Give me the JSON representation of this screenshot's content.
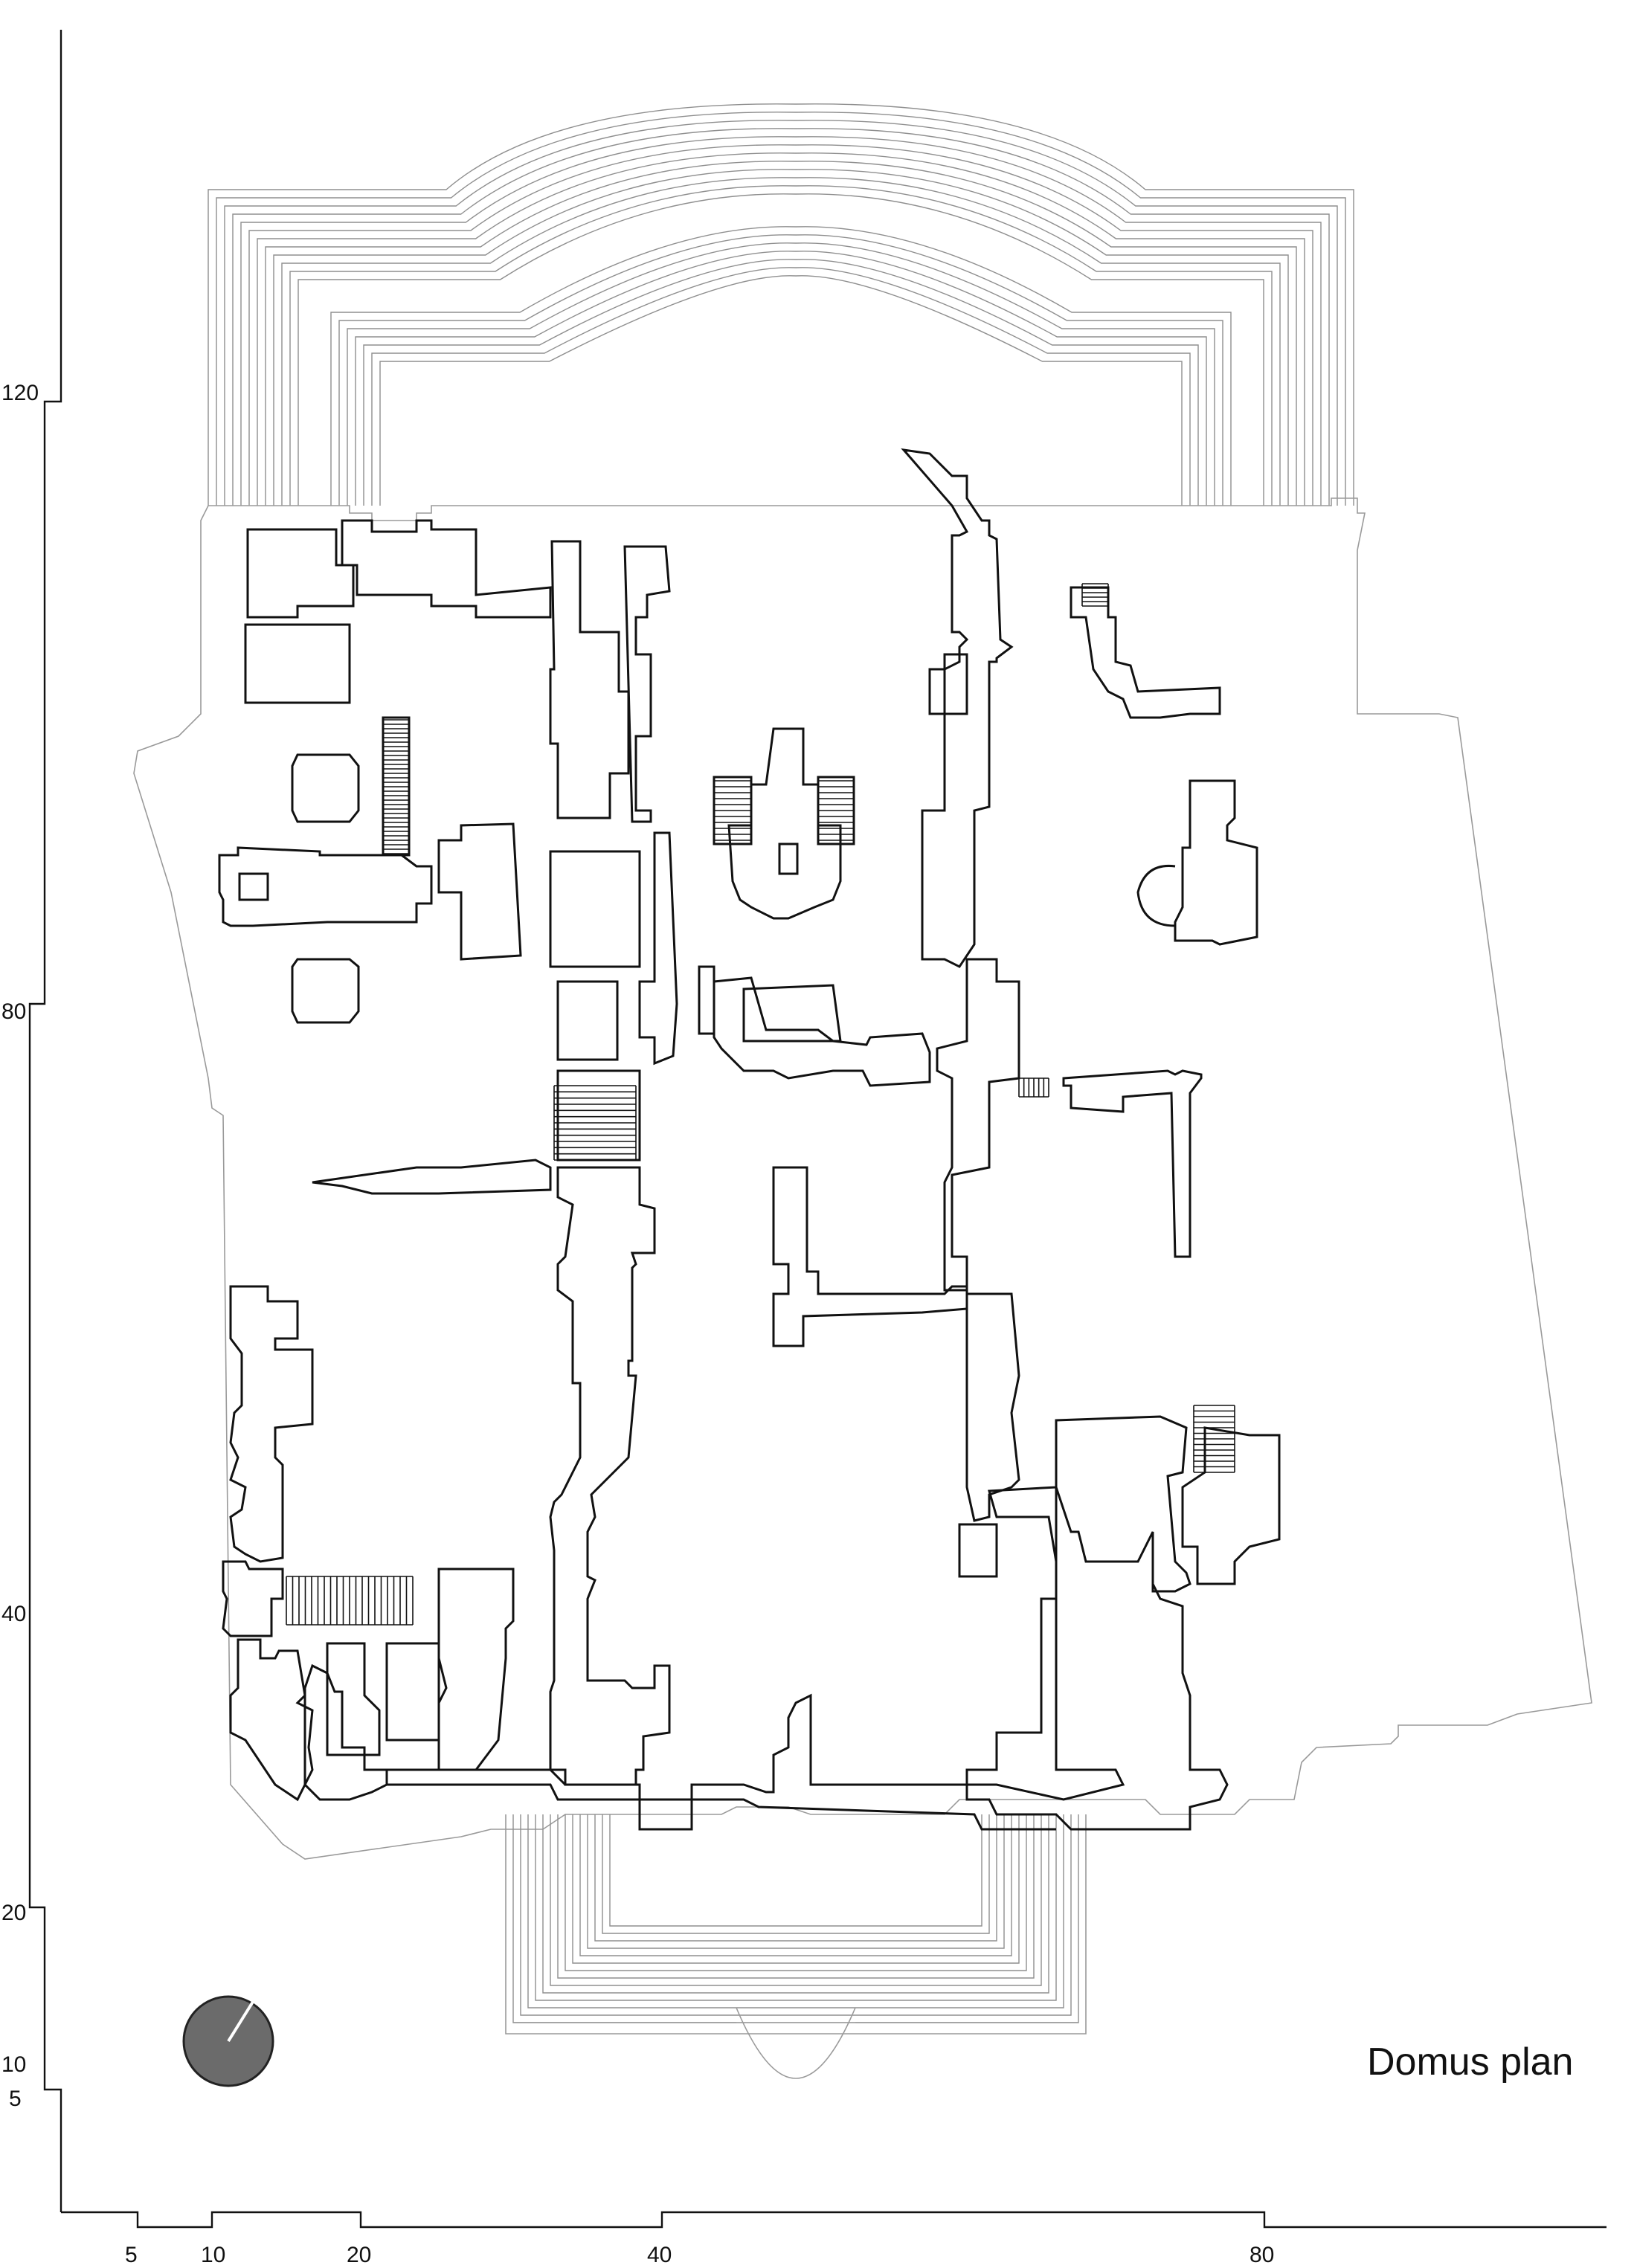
{
  "title": "Domus plan",
  "vertical_scale": {
    "labels": [
      "120",
      "80",
      "40",
      "20",
      "10",
      "5"
    ]
  },
  "horizontal_scale": {
    "labels": [
      "5",
      "10",
      "20",
      "40",
      "80"
    ]
  },
  "north_marker": {
    "icon": "north-arrow-disc-icon",
    "fill": "#6b6b6b"
  },
  "colors": {
    "walls": "#111111",
    "site_outline": "#9a9a9a",
    "background": "#ffffff"
  }
}
